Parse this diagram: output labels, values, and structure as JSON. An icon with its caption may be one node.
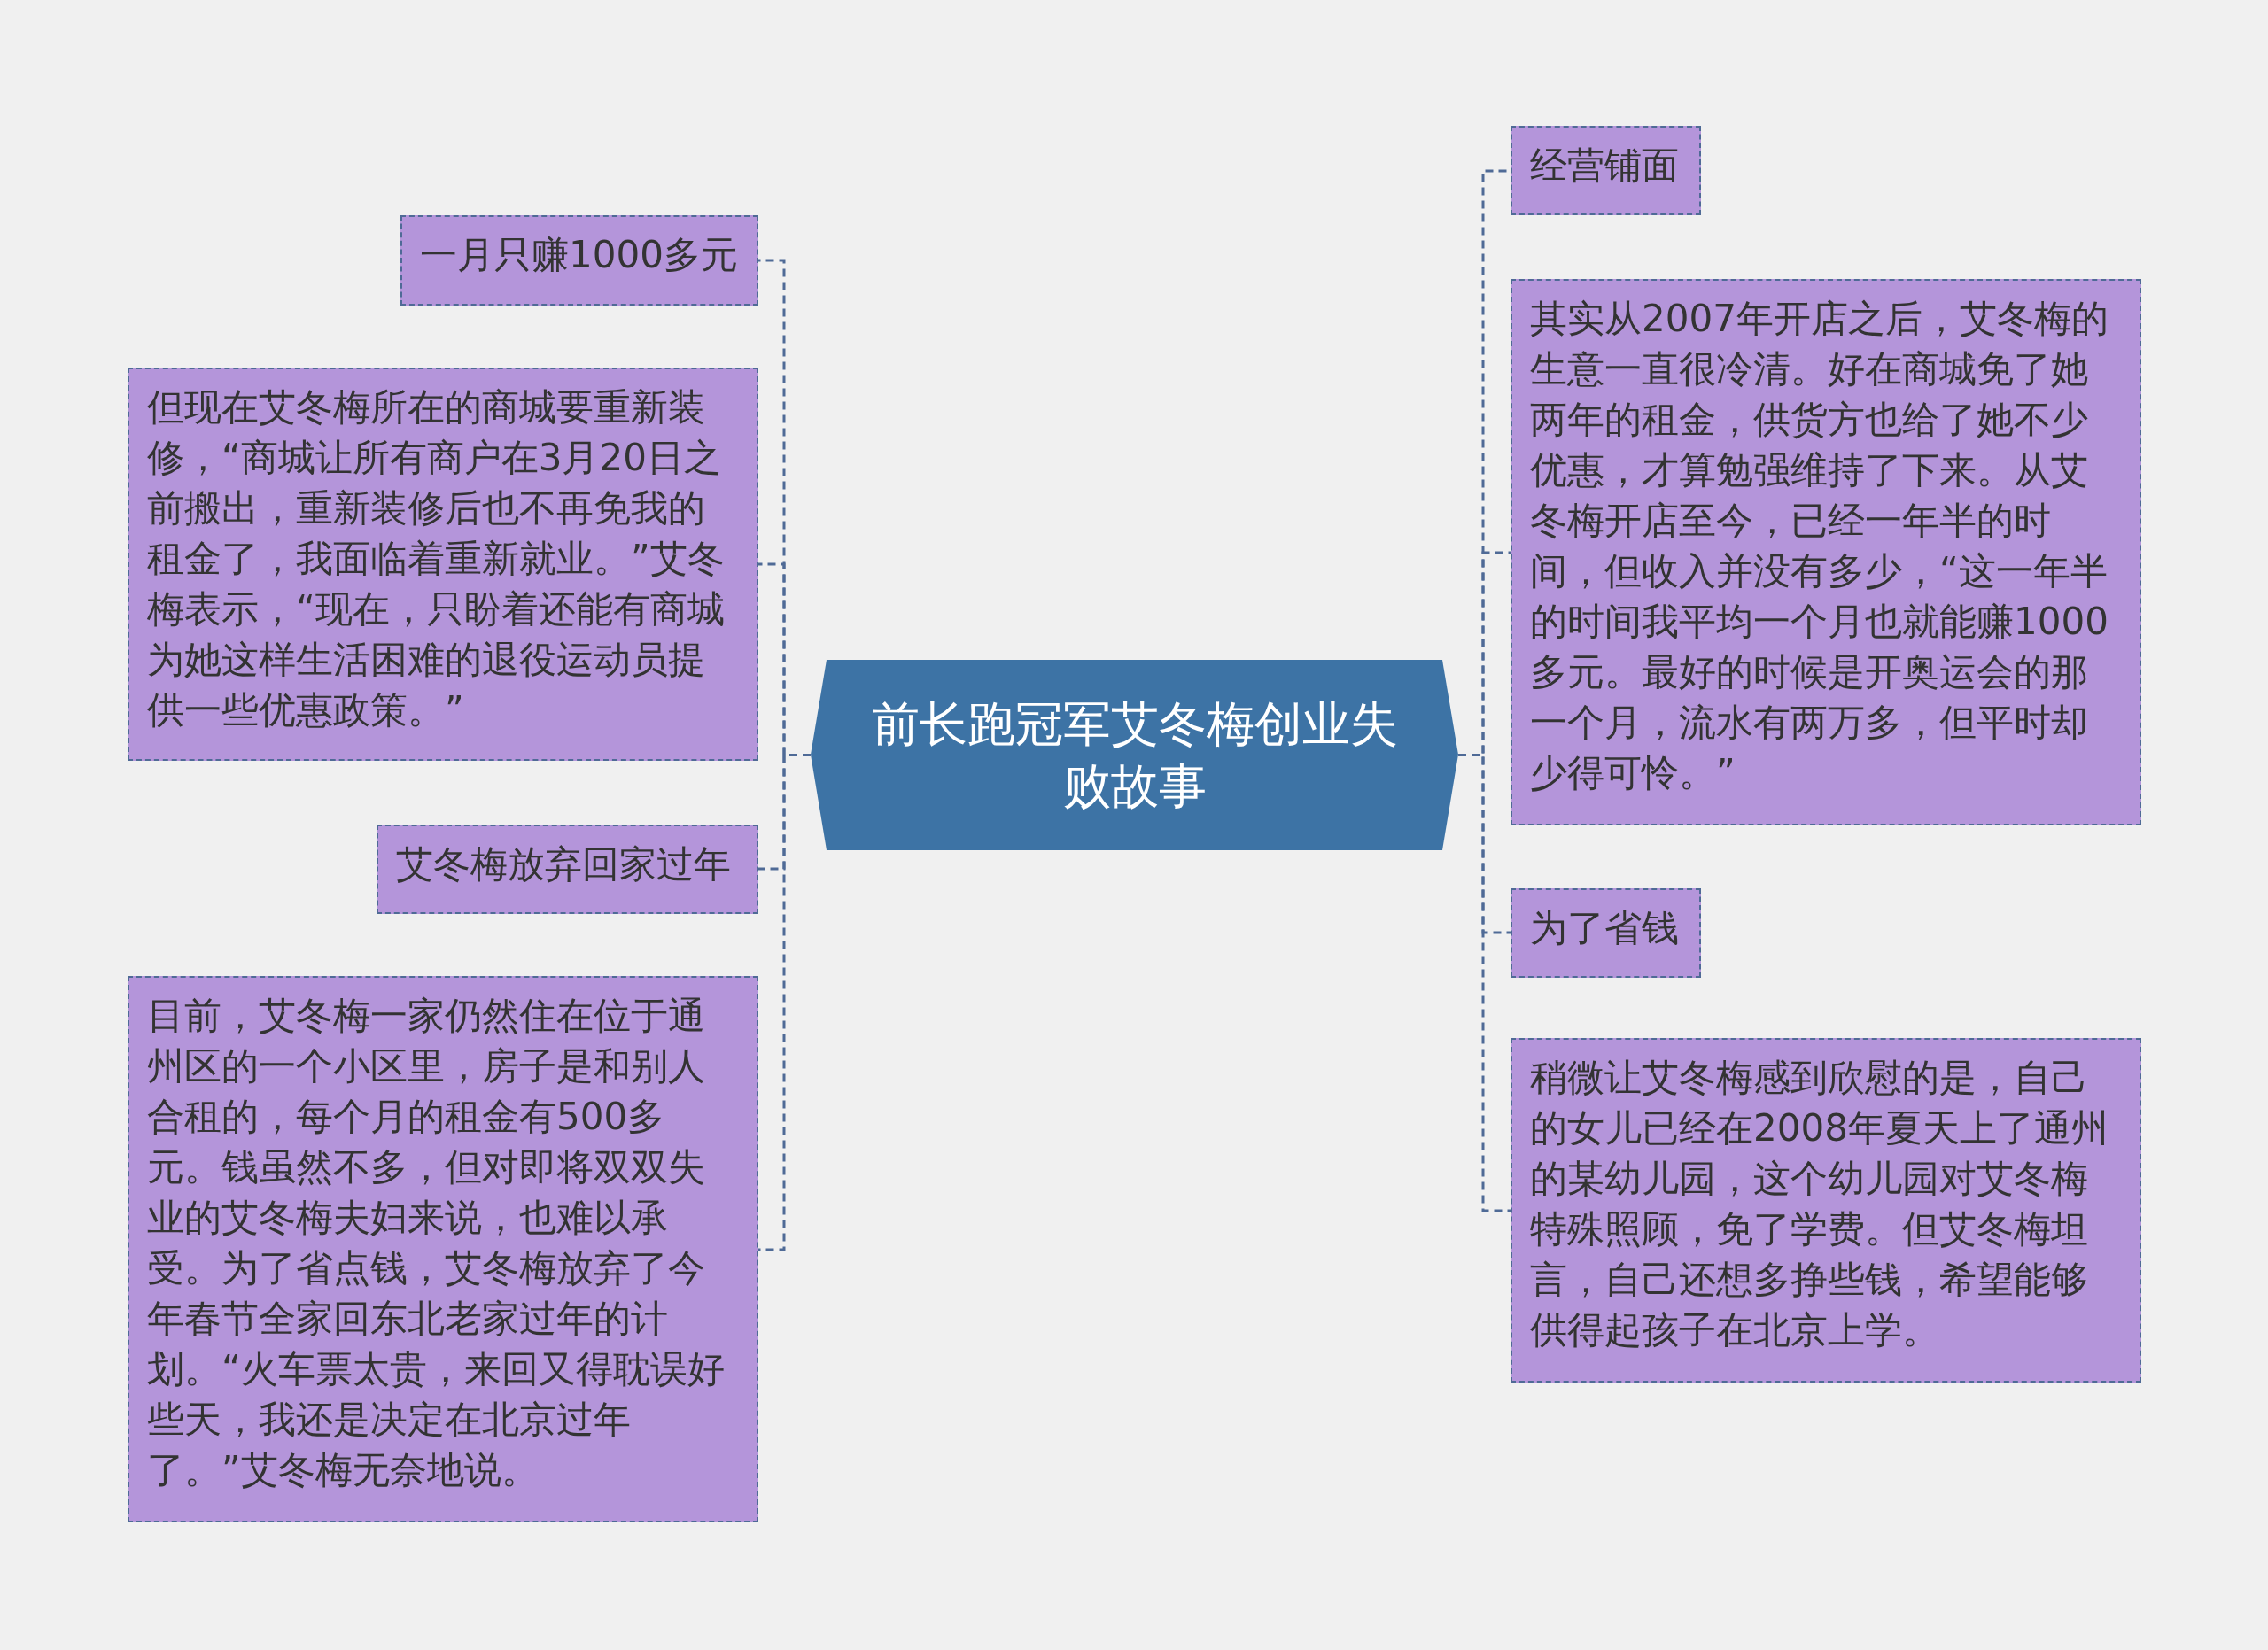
{
  "diagram": {
    "nodes": [
      {
        "text": [
          "前长跑冠军艾冬梅创业失败故事"
        ]
      },
      {
        "text": [
          "一月只赚1000多元"
        ]
      },
      {
        "text": [
          "但现在艾冬梅所在的商城要重新装修，“商城让所有商户在3月20日之前搬出，重新装修后也不再免我的租金了，我面临着重新就业。”艾冬梅表示，“现在，只盼着还能有商城为她这样生活困难的退役运动员提供一些优惠政策。”"
        ]
      },
      {
        "text": [
          "艾冬梅放弃回家过年"
        ]
      },
      {
        "text": [
          "目前，艾冬梅一家仍然住在位于通州区的一个小区里，房子是和别人合租的，每个月的租金有500多元。钱虽然不多，但对即将双双失业的艾冬梅夫妇来说，也难以承受。为了省点钱，艾冬梅放弃了今年春节全家回东北老家过年的计划。“火车票太贵，来回又得耽误好些天，我还是决定在北京过年了。”艾冬梅无奈地说。"
        ]
      },
      {
        "text": [
          "经营铺面"
        ]
      },
      {
        "text": [
          "其实从2007年开店之后，艾冬梅的生意一直很冷清。好在商城免了她两年的租金，供货方也给了她不少优惠，才算勉强维持了下来。从艾冬梅开店至今，已经一年半的时间，但收入并没有多少，“这一年半的时间我平均一个月也就能赚1000多元。最好的时候是开奥运会的那一个月，流水有两万多，但平时却少得可怜。”"
        ]
      },
      {
        "text": [
          "为了省钱"
        ]
      },
      {
        "text": [
          "稍微让艾冬梅感到欣慰的是，自己的女儿已经在2008年夏天上了通州的某幼儿园，这个幼儿园对艾冬梅特殊照顾，免了学费。但艾冬梅坦言，自己还想多挣些钱，希望能够供得起孩子在北京上学。"
        ]
      }
    ],
    "edges": [
      {
        "from": 0,
        "to": 1,
        "arrow": "none",
        "style": "dashed"
      },
      {
        "from": 0,
        "to": 2,
        "arrow": "none",
        "style": "dashed"
      },
      {
        "from": 0,
        "to": 3,
        "arrow": "none",
        "style": "dashed"
      },
      {
        "from": 0,
        "to": 4,
        "arrow": "none",
        "style": "dashed"
      },
      {
        "from": 0,
        "to": 5,
        "arrow": "none",
        "style": "dashed"
      },
      {
        "from": 0,
        "to": 6,
        "arrow": "none",
        "style": "dashed"
      },
      {
        "from": 0,
        "to": 7,
        "arrow": "none",
        "style": "dashed"
      },
      {
        "from": 0,
        "to": 8,
        "arrow": "none",
        "style": "dashed"
      }
    ]
  }
}
